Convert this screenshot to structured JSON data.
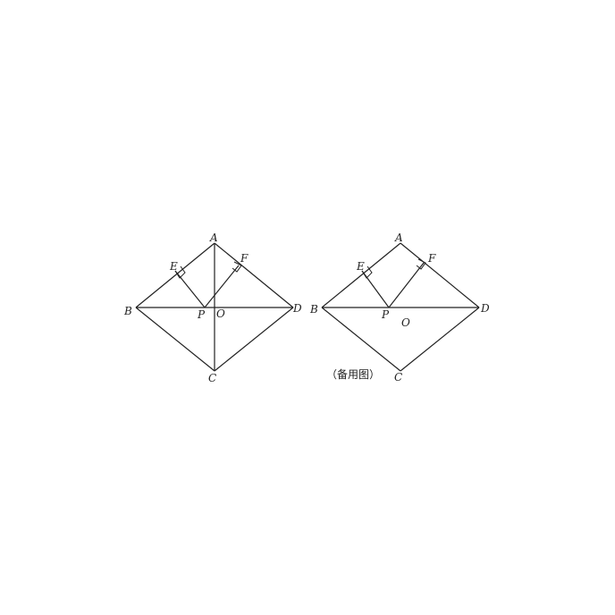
{
  "figure_left": {
    "labels": {
      "A": "A",
      "B": "B",
      "C": "C",
      "D": "D",
      "E": "E",
      "F": "F",
      "P": "P",
      "O": "O"
    }
  },
  "figure_right": {
    "labels": {
      "A": "A",
      "B": "B",
      "C": "C",
      "D": "D",
      "E": "E",
      "F": "F",
      "P": "P",
      "O": "O"
    },
    "caption": "（备用图）"
  },
  "colors": {
    "stroke": "#222222",
    "background": "#ffffff"
  }
}
